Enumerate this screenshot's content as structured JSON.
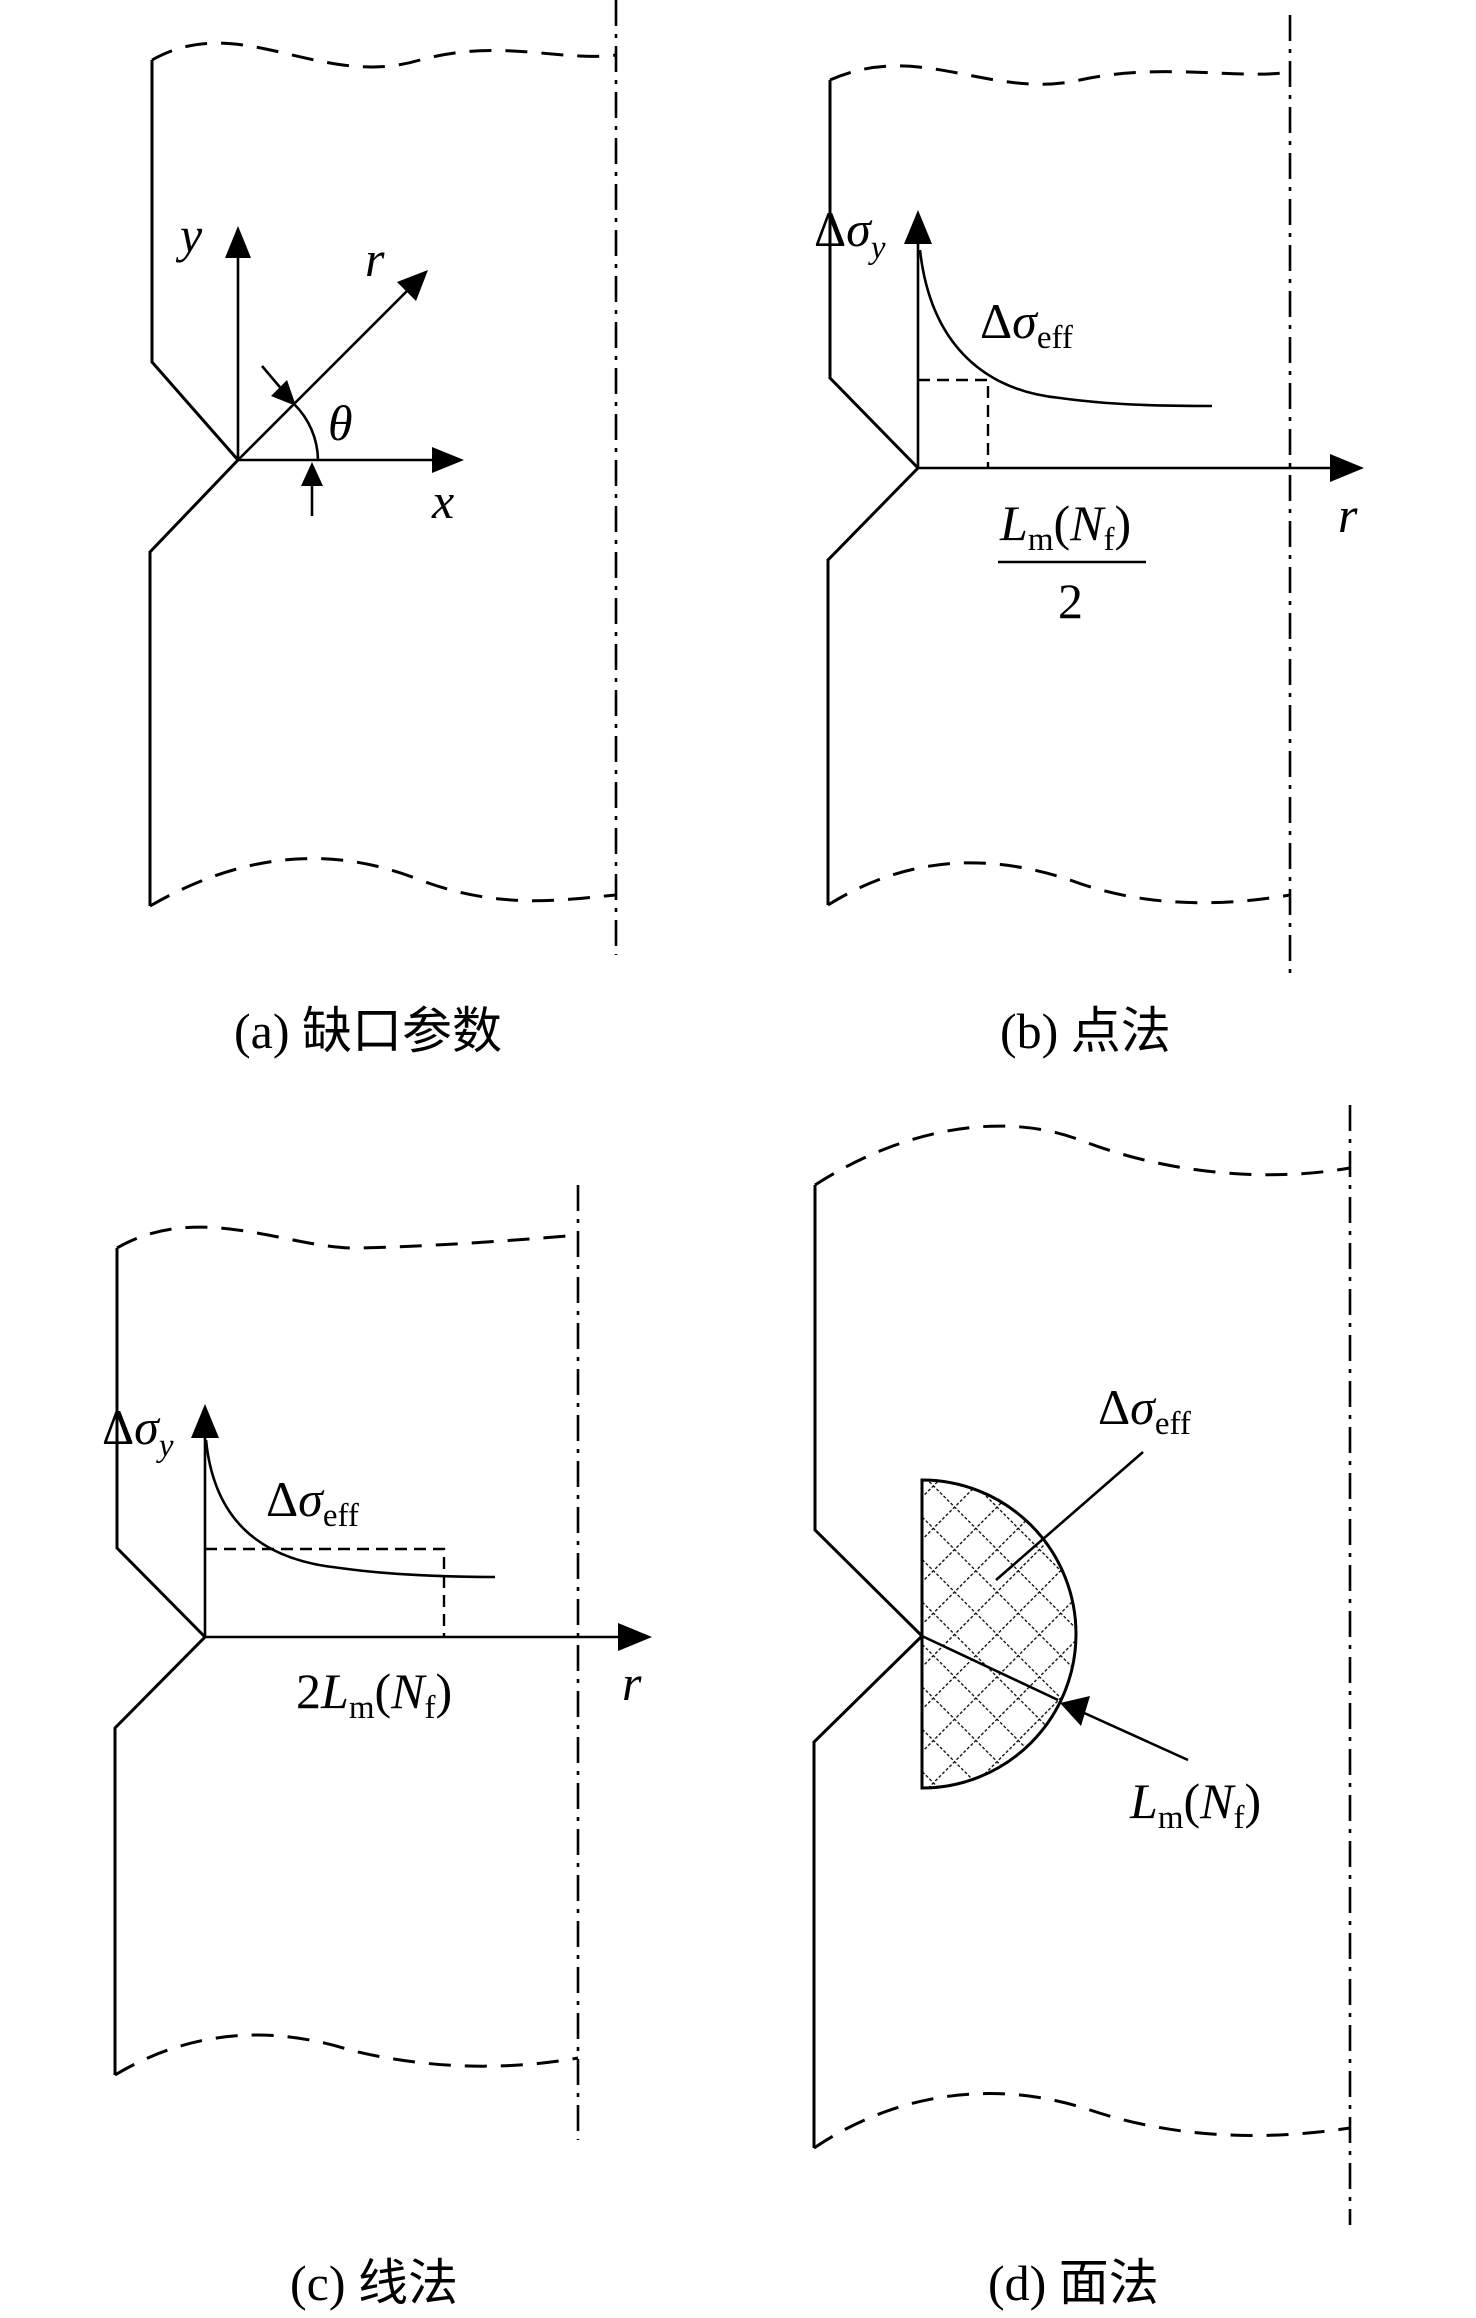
{
  "captions": {
    "a": "(a) 缺口参数",
    "b": "(b) 点法",
    "c": "(c) 线法",
    "d": "(d) 面法"
  },
  "labels": {
    "x": "x",
    "y": "y",
    "r": "r",
    "theta": "θ",
    "delta": "Δ",
    "sigma": "σ",
    "sub_y": "y",
    "sub_eff": "eff",
    "L": "L",
    "sub_m": "m",
    "open_paren": "(",
    "close_paren": ")",
    "N": "N",
    "sub_f": "f",
    "half_denominator": "2",
    "two": "2"
  }
}
